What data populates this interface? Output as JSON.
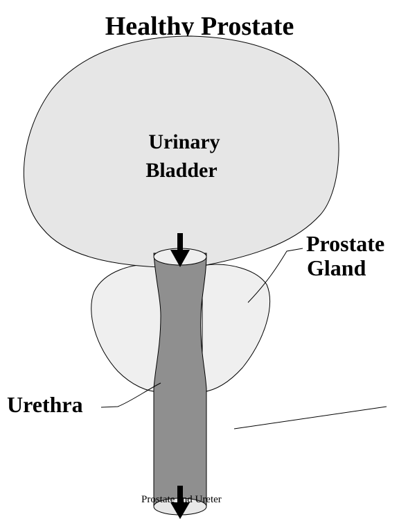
{
  "title": "Healthy Prostate",
  "labels": {
    "bladder_line1": "Urinary",
    "bladder_line2": "Bladder",
    "prostate_line1": "Prostate",
    "prostate_line2": "Gland",
    "urethra": "Urethra",
    "footer": "Prostate and Ureter"
  },
  "colors": {
    "bladder_fill": "#e6e6e6",
    "prostate_fill": "#efefef",
    "urethra_fill": "#8f8f8f",
    "urethra_top": "#eeeeee",
    "outline": "#000000"
  }
}
